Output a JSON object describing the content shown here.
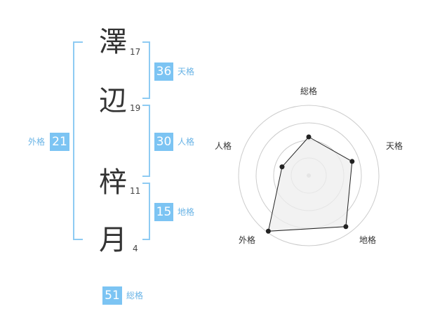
{
  "name": {
    "chars": [
      {
        "char": "澤",
        "strokes": "17"
      },
      {
        "char": "辺",
        "strokes": "19"
      },
      {
        "char": "梓",
        "strokes": "11"
      },
      {
        "char": "月",
        "strokes": "4"
      }
    ]
  },
  "kakusu": {
    "tenkaku": {
      "value": "36",
      "label": "天格"
    },
    "jinkaku": {
      "value": "30",
      "label": "人格"
    },
    "chikaku": {
      "value": "15",
      "label": "地格"
    },
    "gaikaku": {
      "value": "21",
      "label": "外格"
    },
    "soukaku": {
      "value": "51",
      "label": "総格"
    }
  },
  "chart_data": {
    "type": "radar",
    "axes": [
      "総格",
      "天格",
      "地格",
      "外格",
      "人格"
    ],
    "values": [
      0.55,
      0.65,
      0.9,
      0.98,
      0.4
    ],
    "rings": 4,
    "colors": {
      "fill": "#eeeeee",
      "line": "#222222",
      "ring": "#cccccc"
    }
  }
}
